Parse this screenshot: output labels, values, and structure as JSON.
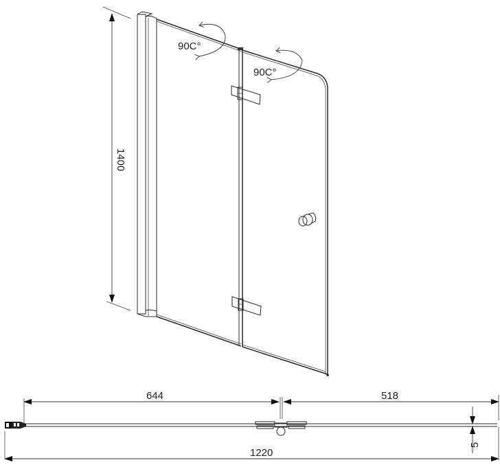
{
  "drawing": {
    "subject": "Two-panel folding bath screen",
    "elevation": {
      "height_label": "1400",
      "rotation_left_label": "90C°",
      "rotation_right_label": "90C°"
    },
    "plan": {
      "left_panel_label": "644",
      "right_panel_label": "518",
      "total_width_label": "1220",
      "thickness_label": "5"
    }
  },
  "colors": {
    "line": "#2a2a2a",
    "background": "#ffffff"
  }
}
